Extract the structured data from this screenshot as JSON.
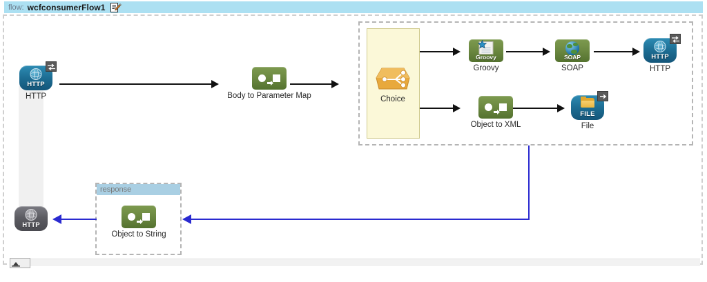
{
  "titlebar": {
    "label": "flow:",
    "flow_name": "wcfconsumerFlow1",
    "edit_icon": "edit-pencil-icon",
    "background": "#ace0f2"
  },
  "canvas": {
    "background": "#ffffff",
    "border_color": "#cfcfcf"
  },
  "scrollbar": {
    "orientation": "horizontal",
    "thumb_position": "left"
  },
  "nodes": [
    {
      "id": "http-inbound",
      "label": "HTTP",
      "icon": "http-globe-icon",
      "type": "endpoint",
      "color": "#1d6e94",
      "badge": "request-response-badge"
    },
    {
      "id": "body-to-param",
      "label": "Body to Parameter Map",
      "icon": "transformer-icon",
      "type": "transformer",
      "color": "#6d8a42",
      "badge": ""
    },
    {
      "id": "choice",
      "label": "Choice",
      "icon": "choice-router-icon",
      "type": "router",
      "color": "#e8a93c",
      "badge": ""
    },
    {
      "id": "groovy",
      "label": "Groovy",
      "icon": "groovy-script-icon",
      "type": "component",
      "color": "#6d8a42",
      "badge": ""
    },
    {
      "id": "soap",
      "label": "SOAP",
      "icon": "soap-globe-icon",
      "type": "component",
      "color": "#6d8a42",
      "badge": ""
    },
    {
      "id": "http-outbound",
      "label": "HTTP",
      "icon": "http-globe-icon",
      "type": "endpoint",
      "color": "#1d6e94",
      "badge": "request-response-badge"
    },
    {
      "id": "object-to-xml",
      "label": "Object to XML",
      "icon": "transformer-icon",
      "type": "transformer",
      "color": "#6d8a42",
      "badge": ""
    },
    {
      "id": "file",
      "label": "File",
      "icon": "file-folder-icon",
      "type": "endpoint",
      "color": "#1d6e94",
      "badge": "outbound-badge"
    },
    {
      "id": "object-to-string",
      "label": "Object to String",
      "icon": "transformer-icon",
      "type": "transformer",
      "color": "#6d8a42",
      "badge": ""
    },
    {
      "id": "http-response",
      "label": "HTTP",
      "icon": "http-globe-icon",
      "type": "endpoint",
      "color": "#5b5b61",
      "badge": ""
    }
  ],
  "icon_text": {
    "http": "HTTP",
    "file": "FILE",
    "groovy": "Groovy",
    "soap": "SOAP"
  },
  "containers": {
    "choice_scope": {
      "name": "choice-scope-container",
      "style": "dashed"
    },
    "response_scope": {
      "name": "response-scope-container",
      "title": "response",
      "header_color": "#a9cfe3"
    }
  },
  "connectors": {
    "flow_color": "#111111",
    "return_color": "#2a2ad0"
  }
}
